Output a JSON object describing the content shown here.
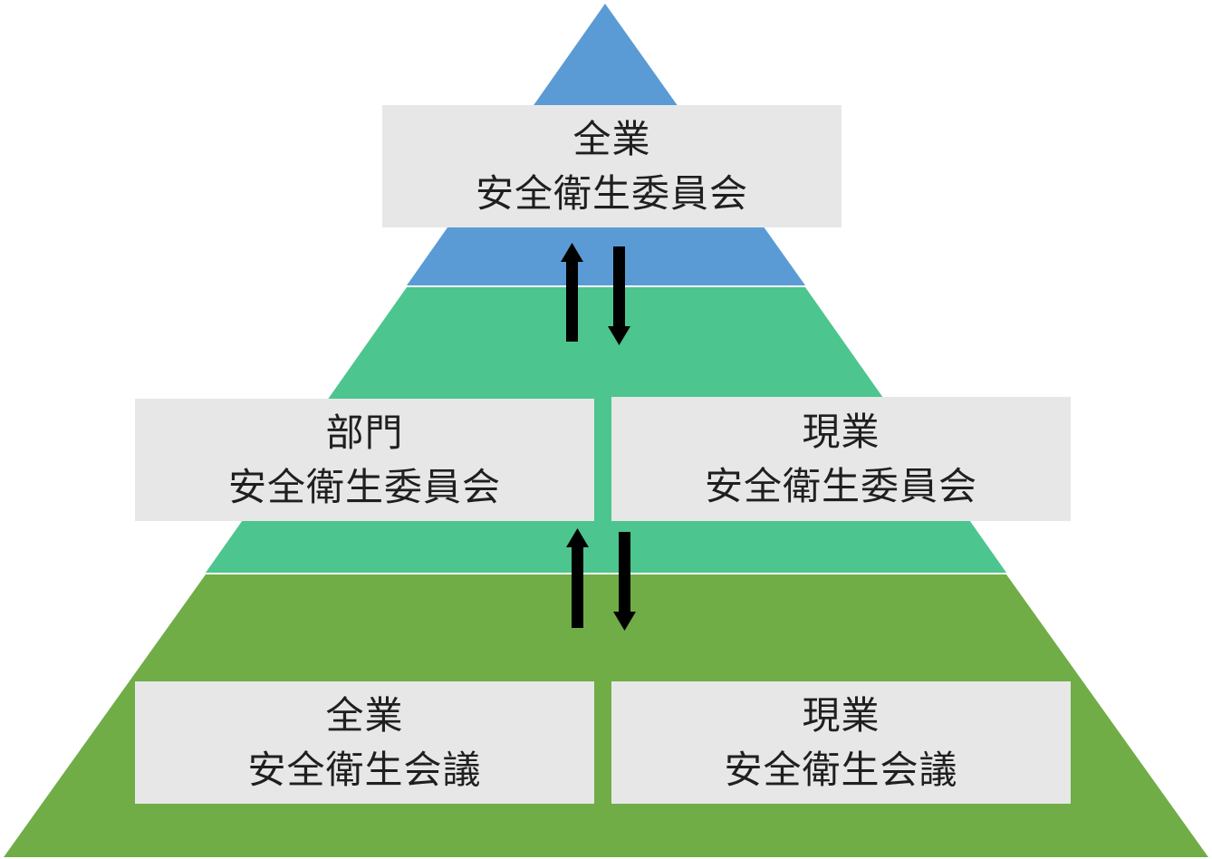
{
  "colors": {
    "tier_top": "#5b9bd5",
    "tier_middle": "#4dc58e",
    "tier_bottom": "#70ad47",
    "box_fill": "#e7e7e7",
    "arrow": "#000000"
  },
  "top_tier": {
    "box": {
      "line1": "全業",
      "line2": "安全衛生委員会"
    }
  },
  "middle_tier": {
    "left_box": {
      "line1": "部門",
      "line2": "安全衛生委員会"
    },
    "right_box": {
      "line1": "現業",
      "line2": "安全衛生委員会"
    }
  },
  "bottom_tier": {
    "left_box": {
      "line1": "全業",
      "line2": "安全衛生会議"
    },
    "right_box": {
      "line1": "現業",
      "line2": "安全衛生会議"
    }
  },
  "connectors": [
    {
      "between": "top-middle",
      "directions": [
        "up",
        "down"
      ]
    },
    {
      "between": "middle-bottom",
      "directions": [
        "up",
        "down"
      ]
    }
  ]
}
